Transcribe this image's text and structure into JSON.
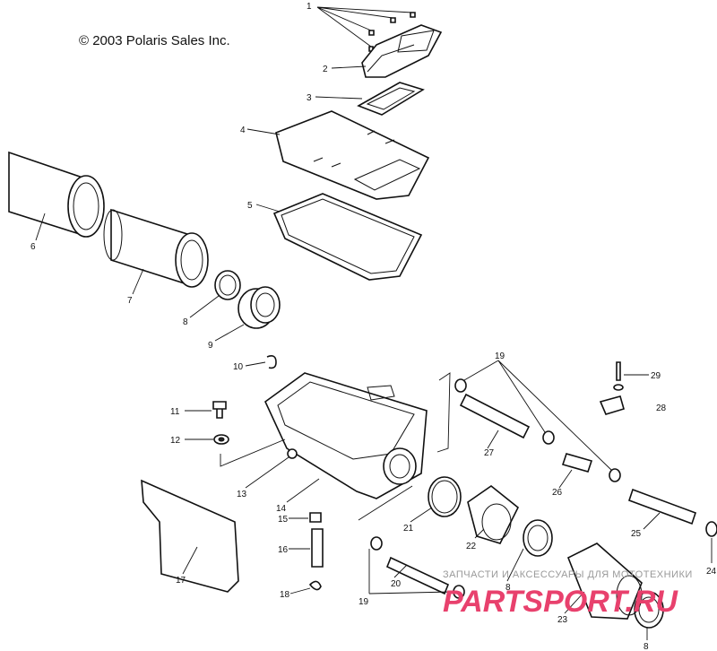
{
  "copyright": "© 2003 Polaris Sales Inc.",
  "callouts": [
    {
      "id": "c1",
      "label": "1"
    },
    {
      "id": "c2",
      "label": "2"
    },
    {
      "id": "c3",
      "label": "3"
    },
    {
      "id": "c4",
      "label": "4"
    },
    {
      "id": "c5",
      "label": "5"
    },
    {
      "id": "c6",
      "label": "6"
    },
    {
      "id": "c7",
      "label": "7"
    },
    {
      "id": "c8a",
      "label": "8"
    },
    {
      "id": "c9",
      "label": "9"
    },
    {
      "id": "c10",
      "label": "10"
    },
    {
      "id": "c11",
      "label": "11"
    },
    {
      "id": "c12",
      "label": "12"
    },
    {
      "id": "c13",
      "label": "13"
    },
    {
      "id": "c14",
      "label": "14"
    },
    {
      "id": "c15",
      "label": "15"
    },
    {
      "id": "c16",
      "label": "16"
    },
    {
      "id": "c17",
      "label": "17"
    },
    {
      "id": "c18",
      "label": "18"
    },
    {
      "id": "c19a",
      "label": "19"
    },
    {
      "id": "c19b",
      "label": "19"
    },
    {
      "id": "c20",
      "label": "20"
    },
    {
      "id": "c21",
      "label": "21"
    },
    {
      "id": "c22",
      "label": "22"
    },
    {
      "id": "c8b",
      "label": "8"
    },
    {
      "id": "c23",
      "label": "23"
    },
    {
      "id": "c8c",
      "label": "8"
    },
    {
      "id": "c24",
      "label": "24"
    },
    {
      "id": "c25",
      "label": "25"
    },
    {
      "id": "c26",
      "label": "26"
    },
    {
      "id": "c27",
      "label": "27"
    },
    {
      "id": "c28",
      "label": "28"
    },
    {
      "id": "c29",
      "label": "29"
    }
  ],
  "watermark": {
    "text": "ЗАПЧАСТИ И АКСЕССУАРЫ ДЛЯ МОТОТЕХНИКИ",
    "logo": "PARTSPORT.RU"
  }
}
